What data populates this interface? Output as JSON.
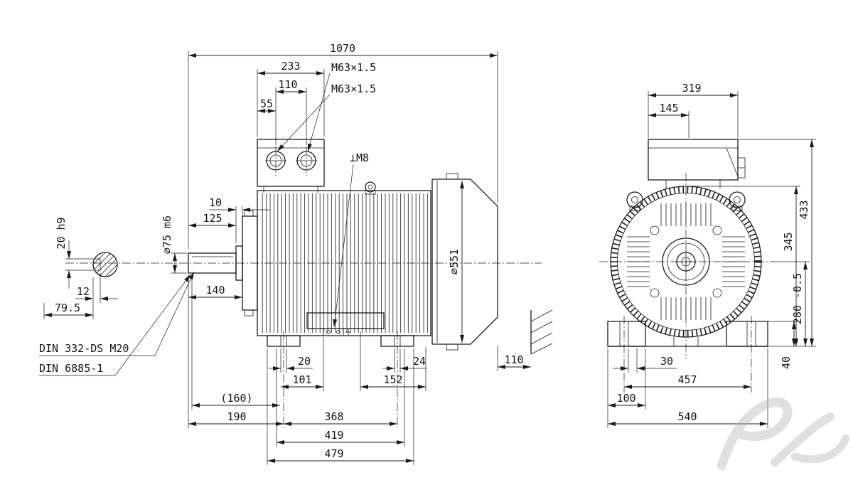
{
  "side_view": {
    "d1070": "1070",
    "d233": "233",
    "d110": "110",
    "d55": "55",
    "m63_a": "M63×1.5",
    "m63_b": "M63×1.5",
    "m8": "⊥M8",
    "d551": "⌀551",
    "d10": "10",
    "d125": "125",
    "d75": "⌀75 m6",
    "d140": "140",
    "d20h9": "20 h9",
    "d12": "12",
    "d79_5": "79.5",
    "din_center": "DIN 332-DS M20",
    "din_key": "DIN 6885-1",
    "d20": "20",
    "d24": "24",
    "d101": "101",
    "d152": "152",
    "d160": "(160)",
    "d190": "190",
    "d368": "368",
    "d419": "419",
    "d479": "479",
    "d110_wall": "110"
  },
  "front_view": {
    "d319": "319",
    "d145": "145",
    "d433": "433",
    "d345": "345",
    "d280": "280 -0.5",
    "d40": "40",
    "d30": "30",
    "d457": "457",
    "d100": "100",
    "d540": "540"
  }
}
